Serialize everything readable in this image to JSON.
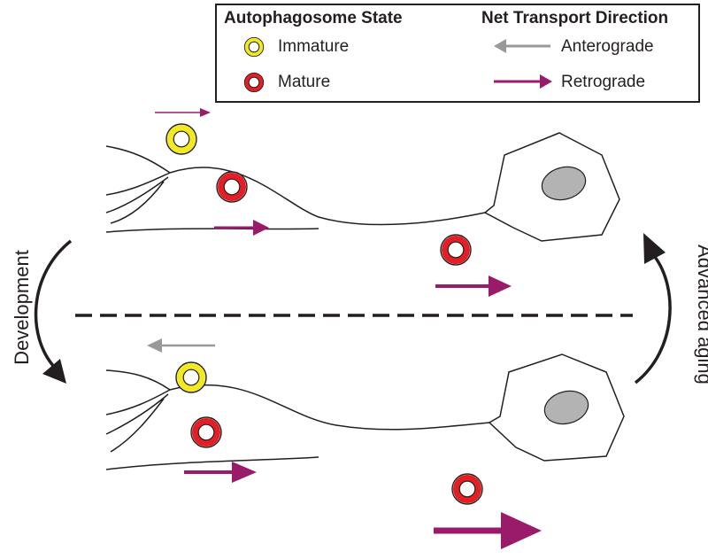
{
  "legend": {
    "state_header": "Autophagosome State",
    "direction_header": "Net Transport Direction",
    "immature_label": "Immature",
    "mature_label": "Mature",
    "anterograde_label": "Anterograde",
    "retrograde_label": "Retrograde"
  },
  "side_labels": {
    "left": "Development",
    "right": "Advanced aging"
  },
  "colors": {
    "immature_ring": "#f2ea1e",
    "mature_ring": "#e31e24",
    "retrograde_arrow": "#9b1b6b",
    "anterograde_arrow": "#999999",
    "outline": "#231f20",
    "nucleus": "#b3b3b3"
  }
}
